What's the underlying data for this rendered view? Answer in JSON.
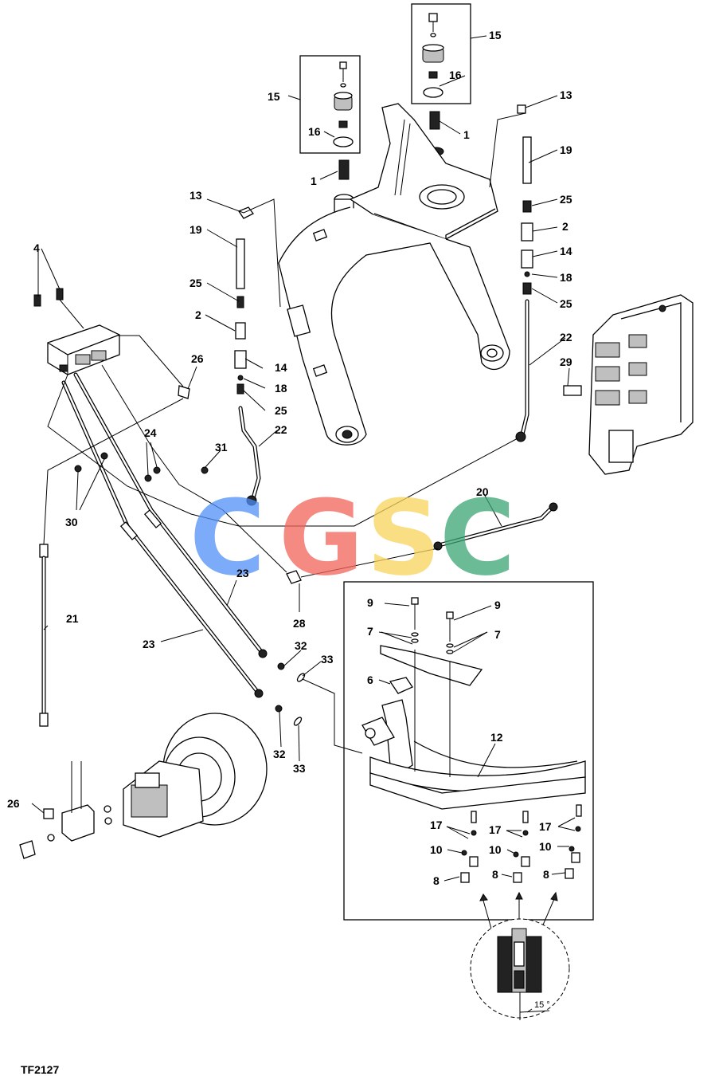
{
  "figure_id": "TF2127",
  "watermark": {
    "letters": [
      "C",
      "G",
      "S",
      "C"
    ],
    "colors": [
      "#4f8ff7",
      "#f2645a",
      "#f9d45b",
      "#3aa673"
    ]
  },
  "callouts": [
    {
      "id": "c1",
      "text": "15"
    },
    {
      "id": "c2",
      "text": "16"
    },
    {
      "id": "c3",
      "text": "1"
    },
    {
      "id": "c4",
      "text": "15"
    },
    {
      "id": "c5",
      "text": "16"
    },
    {
      "id": "c6",
      "text": "1"
    },
    {
      "id": "c7",
      "text": "13"
    },
    {
      "id": "c8",
      "text": "19"
    },
    {
      "id": "c9",
      "text": "25"
    },
    {
      "id": "c10",
      "text": "2"
    },
    {
      "id": "c11",
      "text": "14"
    },
    {
      "id": "c12",
      "text": "18"
    },
    {
      "id": "c13",
      "text": "25"
    },
    {
      "id": "c14",
      "text": "22"
    },
    {
      "id": "c15",
      "text": "29"
    },
    {
      "id": "c16",
      "text": "13"
    },
    {
      "id": "c17",
      "text": "19"
    },
    {
      "id": "c18",
      "text": "25"
    },
    {
      "id": "c19",
      "text": "2"
    },
    {
      "id": "c20",
      "text": "14"
    },
    {
      "id": "c21",
      "text": "18"
    },
    {
      "id": "c22",
      "text": "25"
    },
    {
      "id": "c23",
      "text": "22"
    },
    {
      "id": "c24",
      "text": "4"
    },
    {
      "id": "c25",
      "text": "26"
    },
    {
      "id": "c26",
      "text": "24"
    },
    {
      "id": "c27",
      "text": "31"
    },
    {
      "id": "c28",
      "text": "30"
    },
    {
      "id": "c29",
      "text": "20"
    },
    {
      "id": "c30",
      "text": "23"
    },
    {
      "id": "c31",
      "text": "28"
    },
    {
      "id": "c32",
      "text": "21"
    },
    {
      "id": "c33",
      "text": "23"
    },
    {
      "id": "c34",
      "text": "32"
    },
    {
      "id": "c35",
      "text": "33"
    },
    {
      "id": "c36",
      "text": "32"
    },
    {
      "id": "c37",
      "text": "33"
    },
    {
      "id": "c38",
      "text": "26"
    },
    {
      "id": "c39",
      "text": "9"
    },
    {
      "id": "c40",
      "text": "9"
    },
    {
      "id": "c41",
      "text": "7"
    },
    {
      "id": "c42",
      "text": "7"
    },
    {
      "id": "c43",
      "text": "6"
    },
    {
      "id": "c44",
      "text": "12"
    },
    {
      "id": "c45",
      "text": "17"
    },
    {
      "id": "c46",
      "text": "17"
    },
    {
      "id": "c47",
      "text": "17"
    },
    {
      "id": "c48",
      "text": "10"
    },
    {
      "id": "c49",
      "text": "10"
    },
    {
      "id": "c50",
      "text": "10"
    },
    {
      "id": "c51",
      "text": "8"
    },
    {
      "id": "c52",
      "text": "8"
    },
    {
      "id": "c53",
      "text": "8"
    }
  ],
  "angle_label": "15 °"
}
